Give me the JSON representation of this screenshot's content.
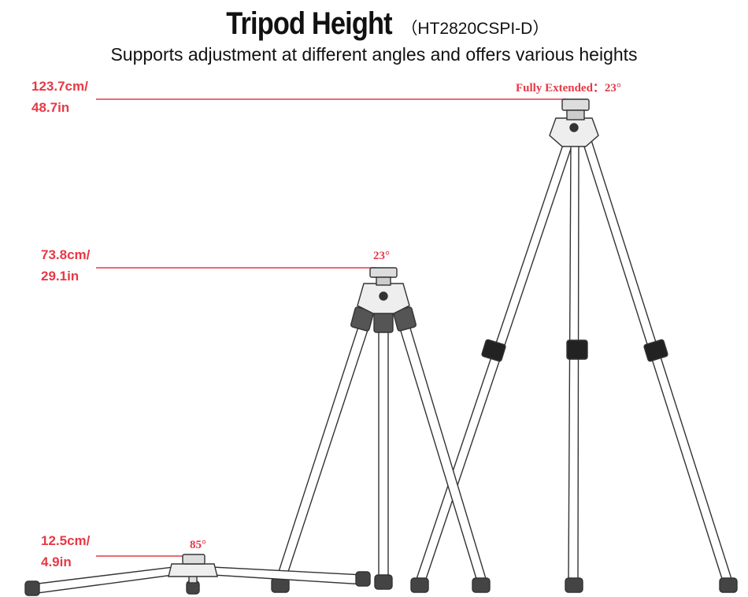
{
  "header": {
    "title": "Tripod Height",
    "model": "（HT2820CSPI-D）",
    "subtitle": "Supports adjustment at different angles and offers various heights"
  },
  "positions": [
    {
      "height_cm": "123.7cm/",
      "height_in": "48.7in",
      "angle_label": "Fully Extended：23°"
    },
    {
      "height_cm": "73.8cm/",
      "height_in": "29.1in",
      "angle_label": "23°"
    },
    {
      "height_cm": "12.5cm/",
      "height_in": "4.9in",
      "angle_label": "85°"
    }
  ],
  "colors": {
    "accent": "#e63946",
    "line_art": "#333333"
  }
}
